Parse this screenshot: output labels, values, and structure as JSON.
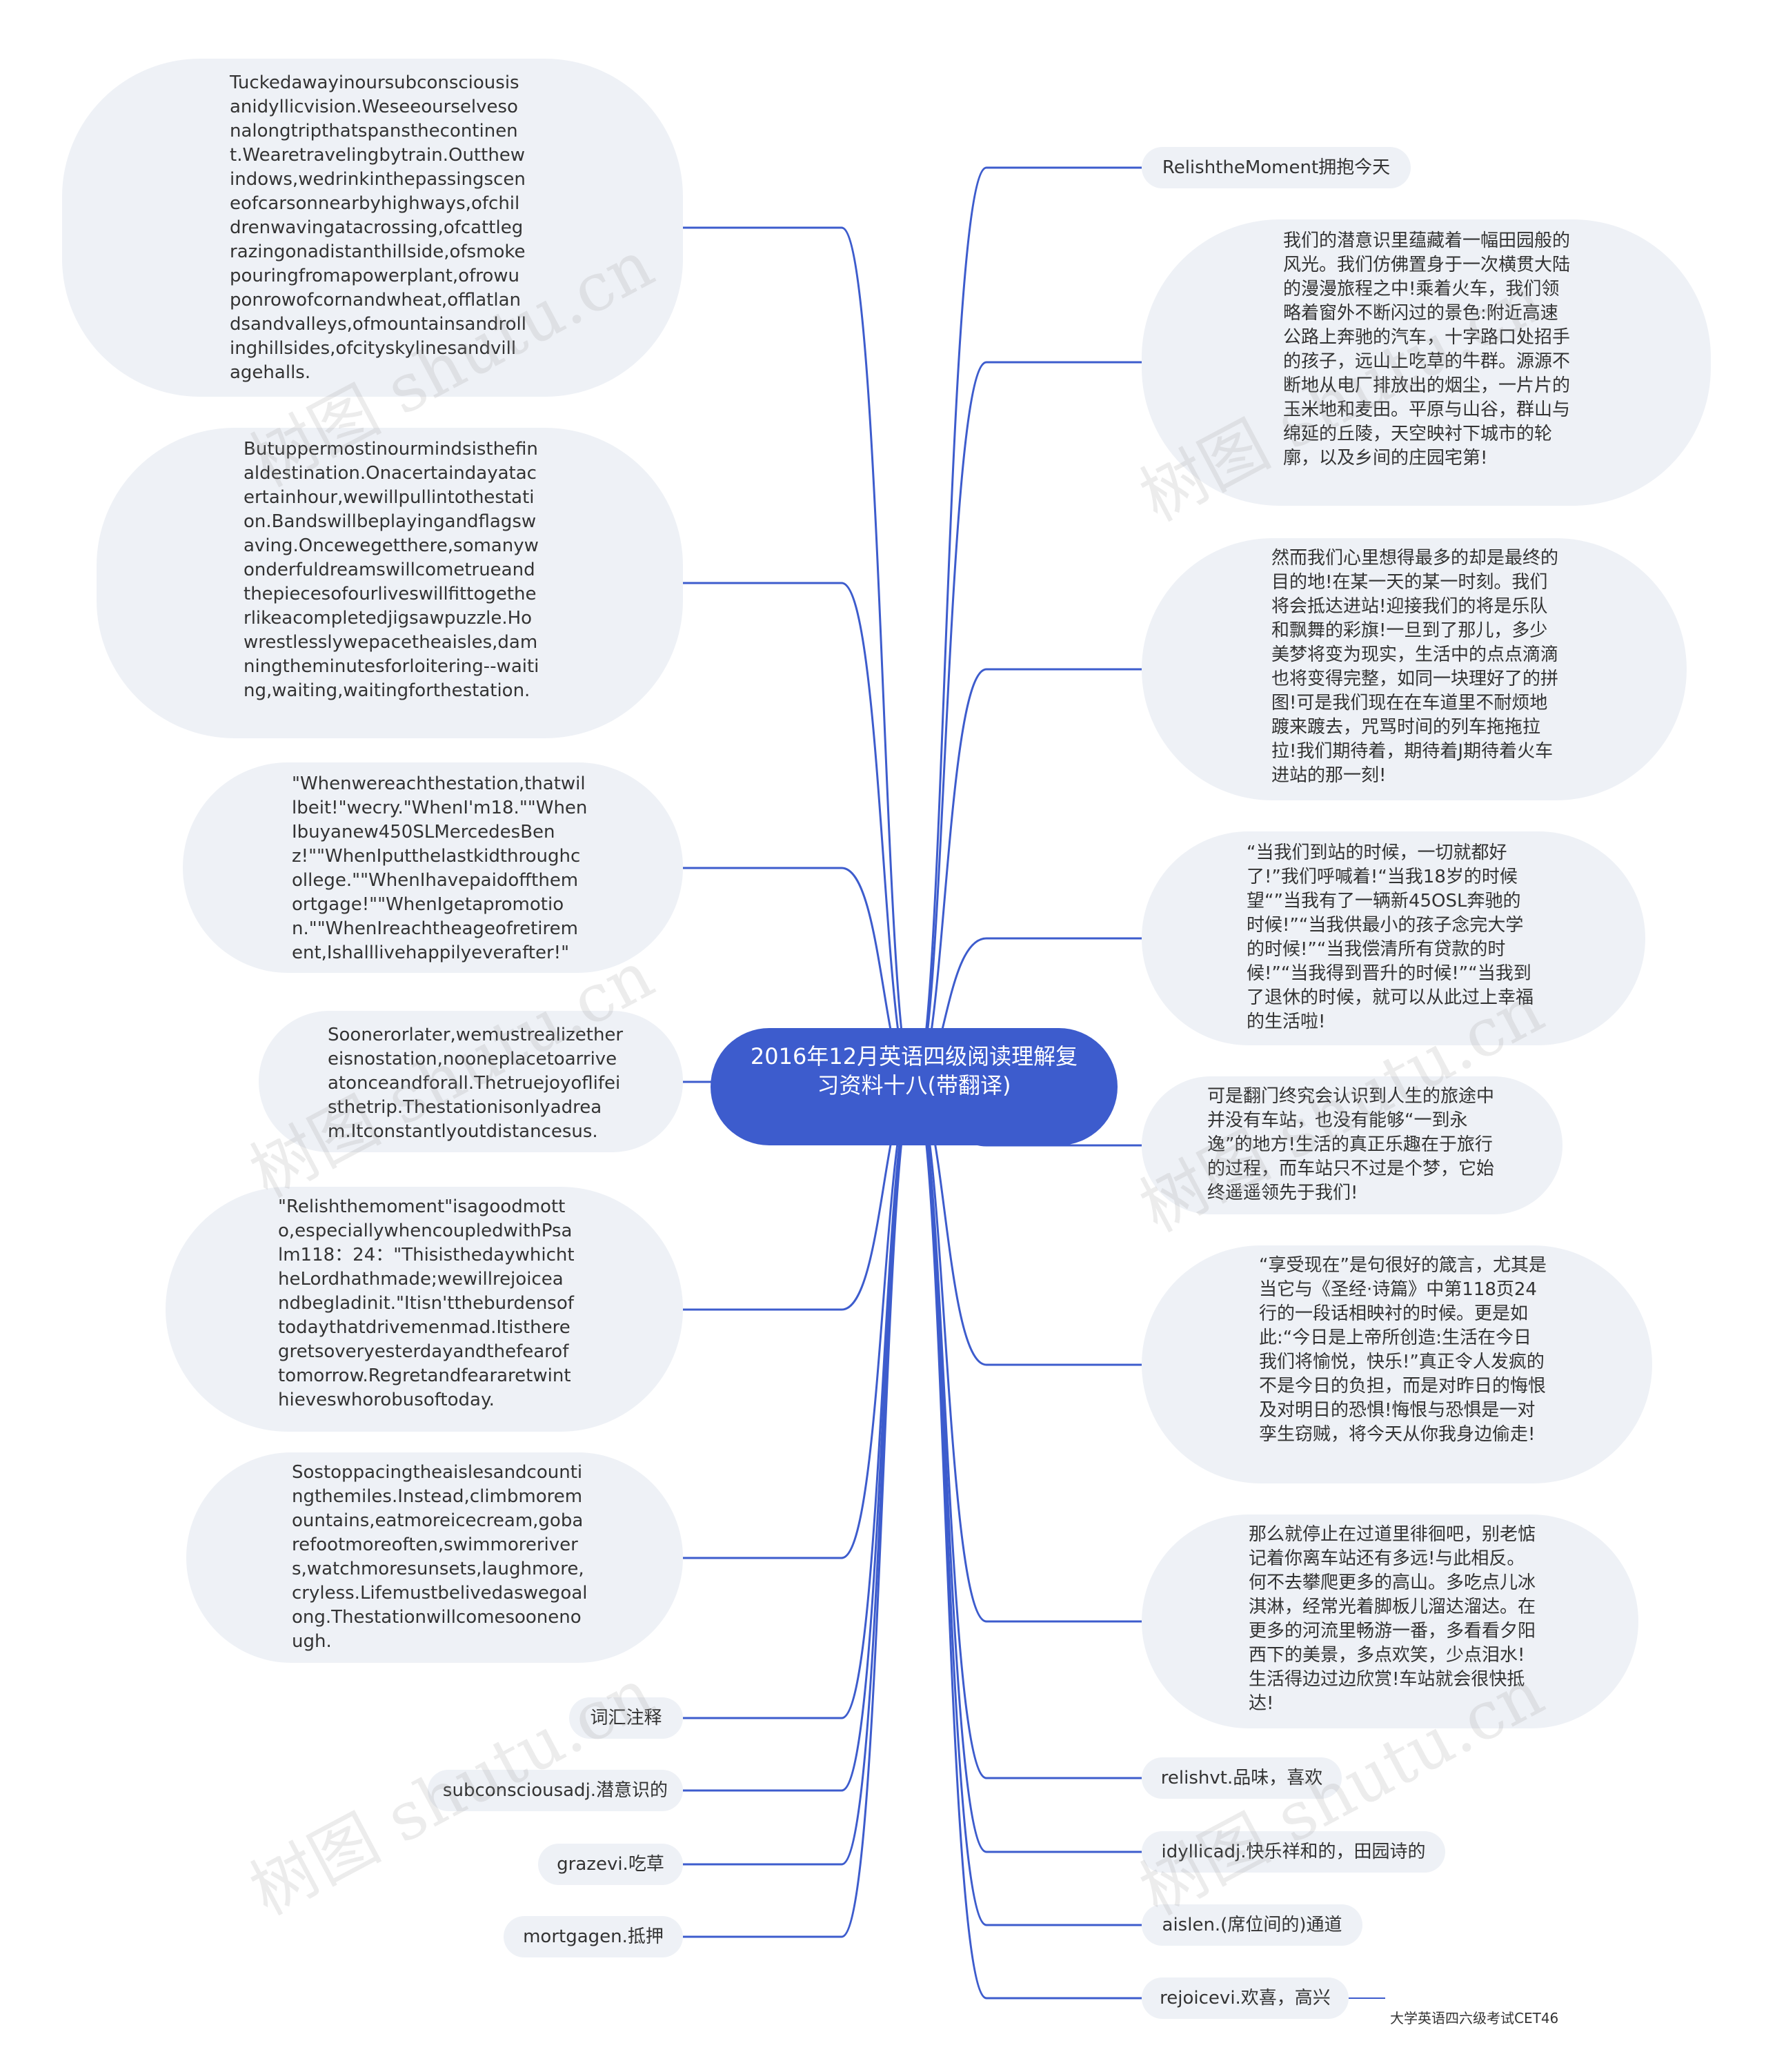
{
  "center": {
    "title": "2016年12月英语四级阅读理解复习资料十八(带翻译)"
  },
  "colors": {
    "center_fill": "#3d5ccd",
    "edge": "#3d5ccd",
    "node_fill": "#eef1f6",
    "text": "#333333"
  },
  "left_paragraphs": [
    "Tuckedawayinoursubconsciousisanidyllicvision.Weseeourselvesonalongtripthatspansthecontinent.Wearetravelingbytrain.Outthewindows,wedrinkinthepassingsceneofcarsonnearbyhighways,ofchildrenwavingatacrossing,ofcattlegrazingonadistanthillside,ofsmokepouringfromapowerplant,ofrowuponrowofcornandwheat,offlatlandsandvalleys,ofmountainsandrollinghillsides,ofcityskylinesandvillagehalls.",
    "Butuppermostinourmindsisthefinaldestination.Onacertaindayatacertainhour,wewillpullintothestation.Bandswillbeplayingandflagswaving.Oncewegetthere,somanywonderfuldreamswillcometrueandthepiecesofourliveswillfittogetherlikeacompletedjigsawpuzzle.Howrestlesslywepacetheaisles,damningtheminutesforloitering--waiting,waiting,waitingforthestation.",
    "\"Whenwereachthestation,thatwillbeit!\"wecry.\"WhenI'm18.\"\"WhenIbuyanew450SLMercedesBenz!\"\"WhenIputthelastkidthroughcollege.\"\"WhenIhavepaidoffthemortgage!\"\"WhenIgetapromotion.\"\"WhenIreachtheageofretirement,Ishalllivehappilyeverafter!\"",
    "Soonerorlater,wemustrealizethereisnostation,nooneplacetoarriveatonceandforall.Thetruejoyoflifeisthetrip.Thestationisonlyadream.Itconstantlyoutdistancesus.",
    "\"Relishthemoment\"isagoodmotto,especiallywhencoupledwithPsalm118：24：\"ThisisthedaywhichtheLordhathmade;wewillrejoiceandbegladinit.\"Itisn'ttheburdensoftodaythatdrivemenmad.Itistheregretsoveryesterdayandthefearoftomorrow.Regretandfeararetwinthieveswhorobusoftoday.",
    "Sostoppacingtheaislesandcountingthemiles.Instead,climbmoremountains,eatmoreicecream,gobarefootmoreoften,swimmorerivers,watchmoresunsets,laughmore,cryless.Lifemustbelivedaswegoalong.Thestationwillcomesoonenough."
  ],
  "left_vocab": [
    "词汇注释",
    "subconsciousadj.潜意识的",
    "grazevi.吃草",
    "mortgagen.抵押"
  ],
  "right_title": "RelishtheMoment拥抱今天",
  "right_paragraphs": [
    "我们的潜意识里蕴藏着一幅田园般的风光。我们仿佛置身于一次横贯大陆的漫漫旅程之中!乘着火车，我们领略着窗外不断闪过的景色:附近高速公路上奔驰的汽车，十字路口处招手的孩子，远山上吃草的牛群。源源不断地从电厂排放出的烟尘，一片片的玉米地和麦田。平原与山谷，群山与绵延的丘陵，天空映衬下城市的轮廓，以及乡间的庄园宅第!",
    "然而我们心里想得最多的却是最终的目的地!在某一天的某一时刻。我们将会抵达进站!迎接我们的将是乐队和飘舞的彩旗!一旦到了那儿，多少美梦将变为现实，生活中的点点滴滴也将变得完整，如同一块理好了的拼图!可是我们现在在车道里不耐烦地踱来踱去，咒骂时间的列车拖拖拉拉!我们期待着，期待着J期待着火车进站的那一刻!",
    "“当我们到站的时候，一切就都好了!”我们呼喊着!“当我18岁的时候望“”当我有了一辆新45OSL奔驰的时候!”“当我供最小的孩子念完大学的时候!”“当我偿清所有贷款的时候!”“当我得到晋升的时候!”“当我到了退休的时候，就可以从此过上幸福的生活啦!",
    "可是翻门终究会认识到人生的旅途中并没有车站，也没有能够“一到永逸”的地方!生活的真正乐趣在于旅行的过程，而车站只不过是个梦，它始终遥遥领先于我们!",
    "“享受现在”是句很好的箴言，尤其是当它与《圣经·诗篇》中第118页24行的一段话相映衬的时候。更是如此:“今日是上帝所创造:生活在今日我们将愉悦，快乐!”真正令人发疯的不是今日的负担，而是对昨日的悔恨及对明日的恐惧!悔恨与恐惧是一对孪生窃贼，将今天从你我身边偷走!",
    "那么就停止在过道里徘徊吧，别老惦记着你离车站还有多远!与此相反。何不去攀爬更多的高山。多吃点儿冰淇淋，经常光着脚板儿溜达溜达。在更多的河流里畅游一番，多看看夕阳西下的美景，多点欢笑，少点泪水!生活得边过边欣赏!车站就会很快抵达!"
  ],
  "right_vocab": [
    "relishvt.品味，喜欢",
    "idyllicadj.快乐祥和的，田园诗的",
    "aislen.(席位间的)通道",
    "rejoicevi.欢喜，高兴"
  ],
  "tag": "大学英语四六级考试CET46",
  "watermark": "树图 shutu.cn"
}
